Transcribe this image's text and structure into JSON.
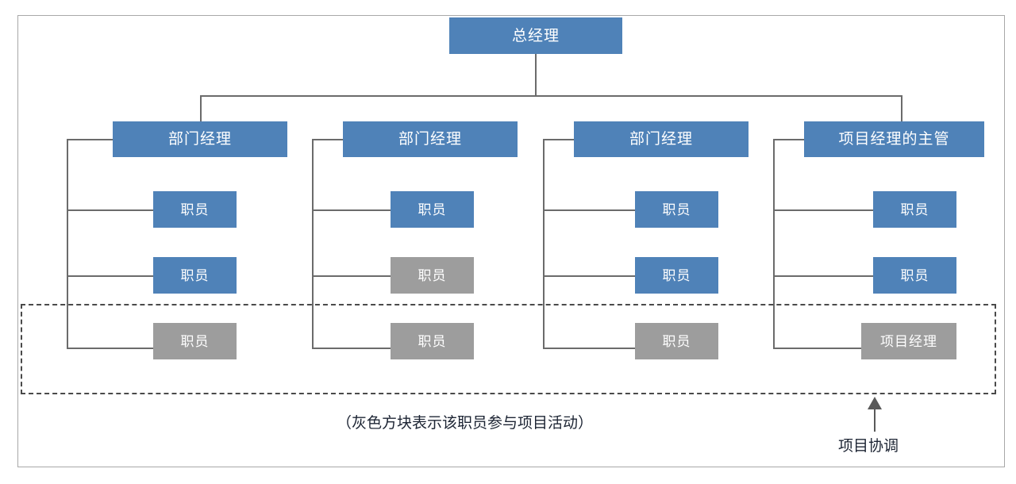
{
  "diagram": {
    "title_node": {
      "label": "总经理",
      "color": "#4f82b8"
    },
    "columns": [
      {
        "id": "col-1",
        "head": {
          "label": "部门经理",
          "color": "#4f82b8"
        },
        "members": [
          {
            "label": "职员",
            "color": "#4f82b8",
            "in_project": false
          },
          {
            "label": "职员",
            "color": "#4f82b8",
            "in_project": false
          },
          {
            "label": "职员",
            "color": "#9d9d9d",
            "in_project": true
          }
        ]
      },
      {
        "id": "col-2",
        "head": {
          "label": "部门经理",
          "color": "#4f82b8"
        },
        "members": [
          {
            "label": "职员",
            "color": "#4f82b8",
            "in_project": false
          },
          {
            "label": "职员",
            "color": "#9d9d9d",
            "in_project": true
          },
          {
            "label": "职员",
            "color": "#9d9d9d",
            "in_project": true
          }
        ]
      },
      {
        "id": "col-3",
        "head": {
          "label": "部门经理",
          "color": "#4f82b8"
        },
        "members": [
          {
            "label": "职员",
            "color": "#4f82b8",
            "in_project": false
          },
          {
            "label": "职员",
            "color": "#4f82b8",
            "in_project": false
          },
          {
            "label": "职员",
            "color": "#9d9d9d",
            "in_project": true
          }
        ]
      },
      {
        "id": "col-4",
        "head": {
          "label": "项目经理的主管",
          "color": "#4f82b8"
        },
        "members": [
          {
            "label": "职员",
            "color": "#4f82b8",
            "in_project": false
          },
          {
            "label": "职员",
            "color": "#4f82b8",
            "in_project": false
          },
          {
            "label": "项目经理",
            "color": "#9d9d9d",
            "in_project": true
          }
        ]
      }
    ],
    "caption": "（灰色方块表示该职员参与项目活动）",
    "annotation": {
      "label": "项目协调"
    },
    "colors": {
      "box_blue": "#4f82b8",
      "box_gray": "#9d9d9d",
      "line": "#6b6b6b",
      "frame": "#a8a8a8",
      "dashed": "#4a4a4a",
      "text_dark": "#1c2433",
      "text_light": "#ffffff"
    }
  }
}
